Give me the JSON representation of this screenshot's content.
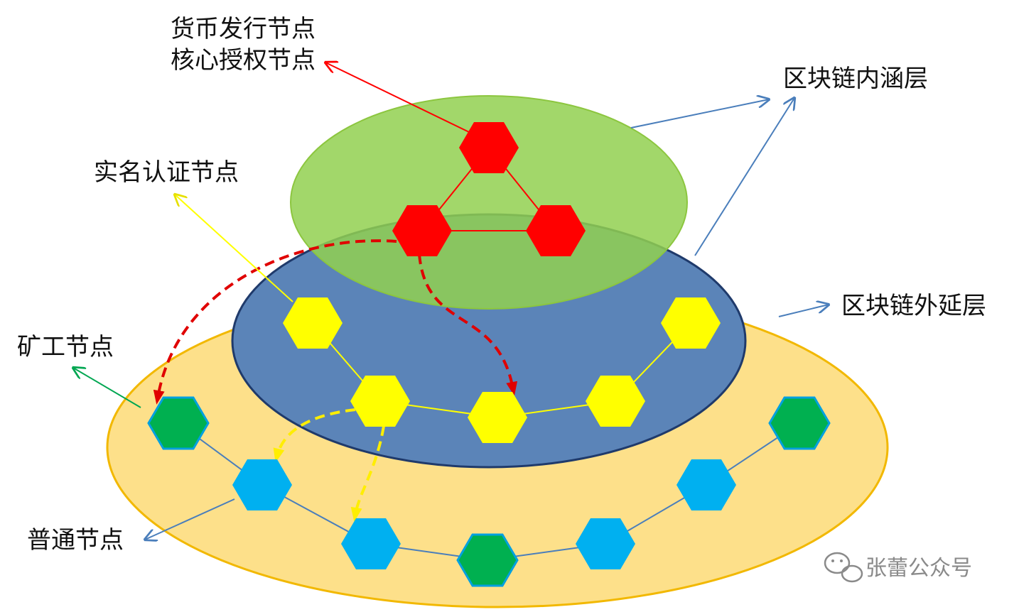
{
  "labels": {
    "currency_issuer": "货币发行节点",
    "core_auth": "核心授权节点",
    "inner_layer": "区块链内涵层",
    "realname_node": "实名认证节点",
    "outer_layer": "区块链外延层",
    "miner_node": "矿工节点",
    "normal_node": "普通节点"
  },
  "watermark": {
    "text": "张蕾公众号",
    "icon": "wechat-icon"
  },
  "colors": {
    "outer_layer_fill": "#fde08a",
    "outer_layer_stroke": "#f2b800",
    "middle_layer_fill": "#5b84b8",
    "middle_layer_stroke": "#1f3a6b",
    "inner_layer_fill": "#92d050",
    "core_node": "#ff0000",
    "realname_node": "#ffff00",
    "miner_node": "#00b050",
    "normal_node": "#00b0f0",
    "blue_arrow": "#4a7ebb",
    "green_arrow": "#00a651"
  }
}
